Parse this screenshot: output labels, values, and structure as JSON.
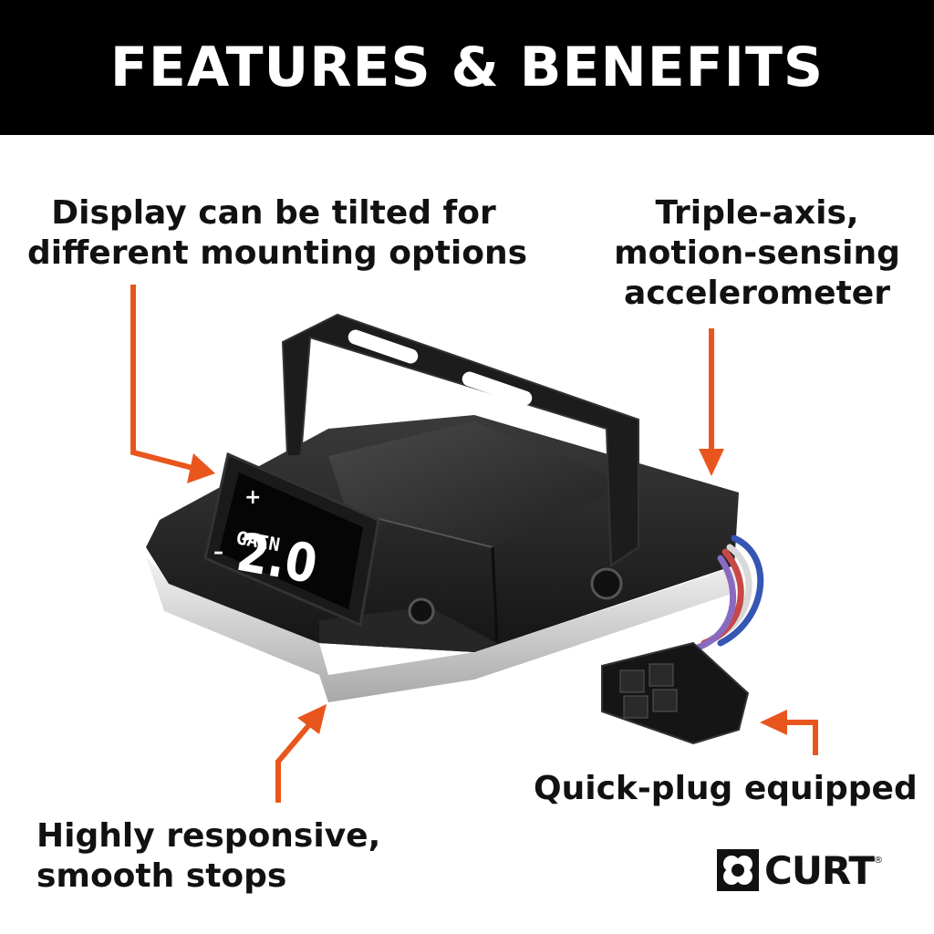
{
  "banner": {
    "title": "FEATURES & BENEFITS"
  },
  "callouts": {
    "display_tilt": {
      "line1": "Display can be tilted for",
      "line2": "different mounting options"
    },
    "accelerometer": {
      "line1": "Triple-axis,",
      "line2": "motion-sensing",
      "line3": "accelerometer"
    },
    "responsive": {
      "line1": "Highly responsive,",
      "line2": "smooth stops"
    },
    "quick_plug": {
      "line1": "Quick-plug equipped"
    }
  },
  "device_display": {
    "plus": "+",
    "minus": "–",
    "label": "GAIN",
    "value": "2.0"
  },
  "brand": {
    "name": "CURT",
    "mark": "®"
  },
  "colors": {
    "arrow": "#e8561e",
    "banner": "#000000",
    "text": "#111111"
  }
}
